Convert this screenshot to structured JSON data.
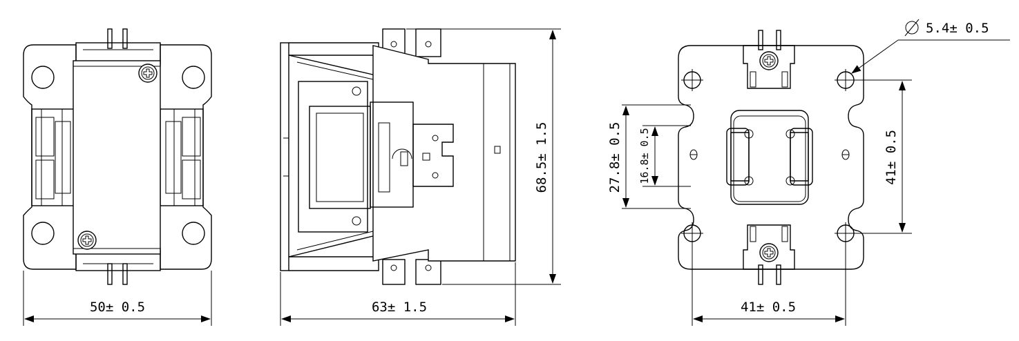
{
  "dimensions": {
    "front_width": "50± 0.5",
    "side_length": "63± 1.5",
    "side_height": "68.5± 1.5",
    "bottom_width": "41± 0.5",
    "bottom_height": "41± 0.5",
    "slot_outer": "27.8± 0.5",
    "slot_inner": "16.8± 0.5",
    "hole_diameter": "5.4± 0.5"
  },
  "icons": {
    "diameter": "diameter-symbol-icon",
    "screw": "phillips-screw-icon"
  }
}
